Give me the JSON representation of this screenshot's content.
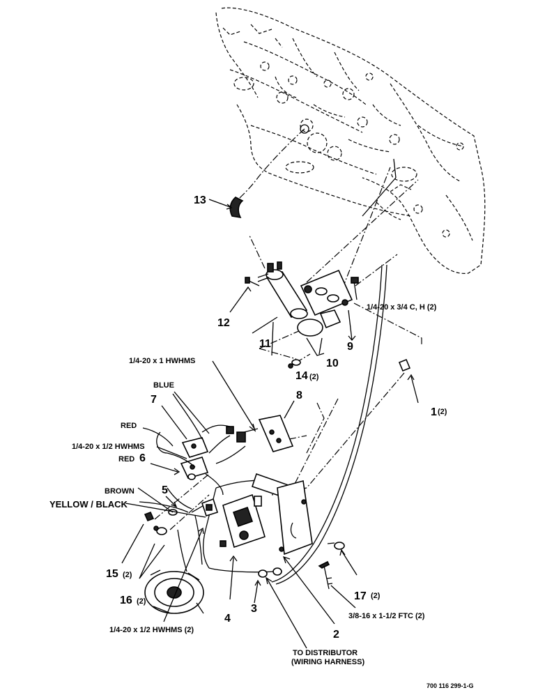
{
  "labels": {
    "n13": "13",
    "n12": "12",
    "n11": "11",
    "n10": "10",
    "n9": "9",
    "n14": "14",
    "n14q": "(2)",
    "n1": "1",
    "n1q": "(2)",
    "n8": "8",
    "n7": "7",
    "n6": "6",
    "n5": "5",
    "n15": "15",
    "n15q": "(2)",
    "n16": "16",
    "n16q": "(2)",
    "n3": "3",
    "n4": "4",
    "n2": "2",
    "n17": "17",
    "n17q": "(2)",
    "bolt_c_h": "1/4-20 x 3/4 C, H (2)",
    "hwhms_1": "1/4-20 x 1 HWHMS",
    "blue": "BLUE",
    "red": "RED",
    "hwhms_half": "1/4-20 x 1/2 HWHMS",
    "red6": "RED",
    "brown": "BROWN",
    "yellow_black": "YELLOW / BLACK",
    "hwhms_half_2": "1/4-20 x 1/2 HWHMS (2)",
    "ftc": "3/8-16 x 1-1/2 FTC (2)",
    "to_distributor": "TO DISTRIBUTOR",
    "wiring_harness": "(WIRING HARNESS)",
    "drawing_no": "700 116 299-1-G"
  }
}
